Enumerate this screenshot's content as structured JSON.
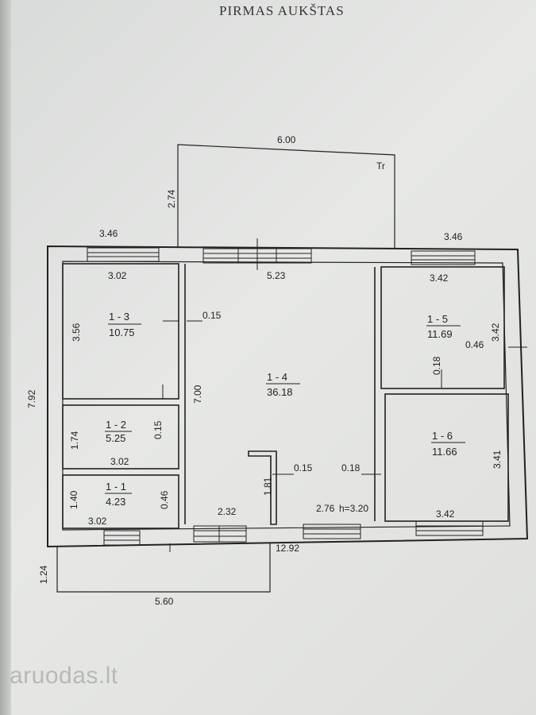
{
  "title": "PIRMAS AUKŠTAS",
  "watermark": {
    "text": "aruodas",
    "suffix": ".lt"
  },
  "rooms": [
    {
      "id": "1 - 1",
      "area": "4.23"
    },
    {
      "id": "1 - 2",
      "area": "5.25"
    },
    {
      "id": "1 - 3",
      "area": "10.75"
    },
    {
      "id": "1 - 4",
      "area": "36.18"
    },
    {
      "id": "1 - 5",
      "area": "11.69"
    },
    {
      "id": "1 - 6",
      "area": "11.66"
    }
  ],
  "dimensions": {
    "porch_top_width": "6.00",
    "porch_top_depth": "2.74",
    "porch_label": "Tr",
    "outer_left_top": "3.46",
    "outer_right_top": "3.46",
    "room3_width": "3.02",
    "room4_width": "5.23",
    "room5_width": "3.42",
    "room3_depth": "3.56",
    "wall_015_a": "0.15",
    "room5_depth": "3.42",
    "wall_046_a": "0.46",
    "wall_018_a": "0.18",
    "total_depth": "7.92",
    "room4_depth": "7.00",
    "room2_depth": "1.74",
    "wall_015_b": "0.15",
    "room2_width": "3.02",
    "room6_depth": "3.41",
    "wall_015_c": "0.15",
    "wall_018_b": "0.18",
    "room1_depth": "1.40",
    "wall_046_b": "0.46",
    "room1_width": "3.02",
    "step_width": "1.81",
    "hall_width": "2.32",
    "room4_bottom": "2.76",
    "ceiling_height": "h=3.20",
    "room6_width": "3.42",
    "total_width": "12.92",
    "porch_bottom_depth": "1.24",
    "porch_bottom_width": "5.60"
  }
}
